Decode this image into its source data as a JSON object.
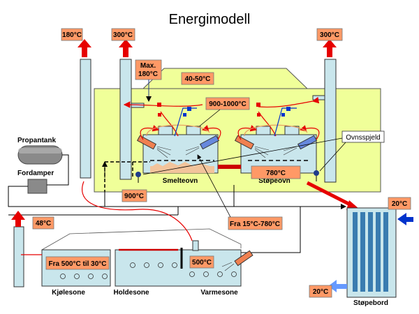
{
  "title": "Energimodell",
  "labels": {
    "t_180_top": "180°C",
    "t_300_left": "300°C",
    "t_300_right": "300°C",
    "max_line1": "Max.",
    "max_line2": "180°C",
    "t_40_50": "40-50°C",
    "t_900_1000": "900-1000°C",
    "propantank": "Propantank",
    "fordamper": "Fordamper",
    "ovnsspjeld": "Ovnsspjeld",
    "t_780": "780°C",
    "smelteovn": "Smelteovn",
    "stopeovn": "Støpeovn",
    "t_900": "900°C",
    "t_20_top": "20°C",
    "fra_15_780": "Fra 15°C-780°C",
    "t_48": "48°C",
    "fra_500_30": "Fra 500°C til 30°C",
    "t_500": "500°C",
    "kjolesone": "Kjølesone",
    "holdesone": "Holdesone",
    "varmesone": "Varmesone",
    "t_20_bottom": "20°C",
    "stopebord": "Støpebord"
  },
  "colors": {
    "hall": "#f0ff99",
    "chimney": "#c9e6ec",
    "furnace": "#c9e6ec",
    "label_box": "#ff9966",
    "arrow_red": "#e60000",
    "arrow_blue": "#0033cc",
    "arrow_lightblue": "#6699ff",
    "brick": "#f2c49b",
    "pipe": "#000000"
  }
}
